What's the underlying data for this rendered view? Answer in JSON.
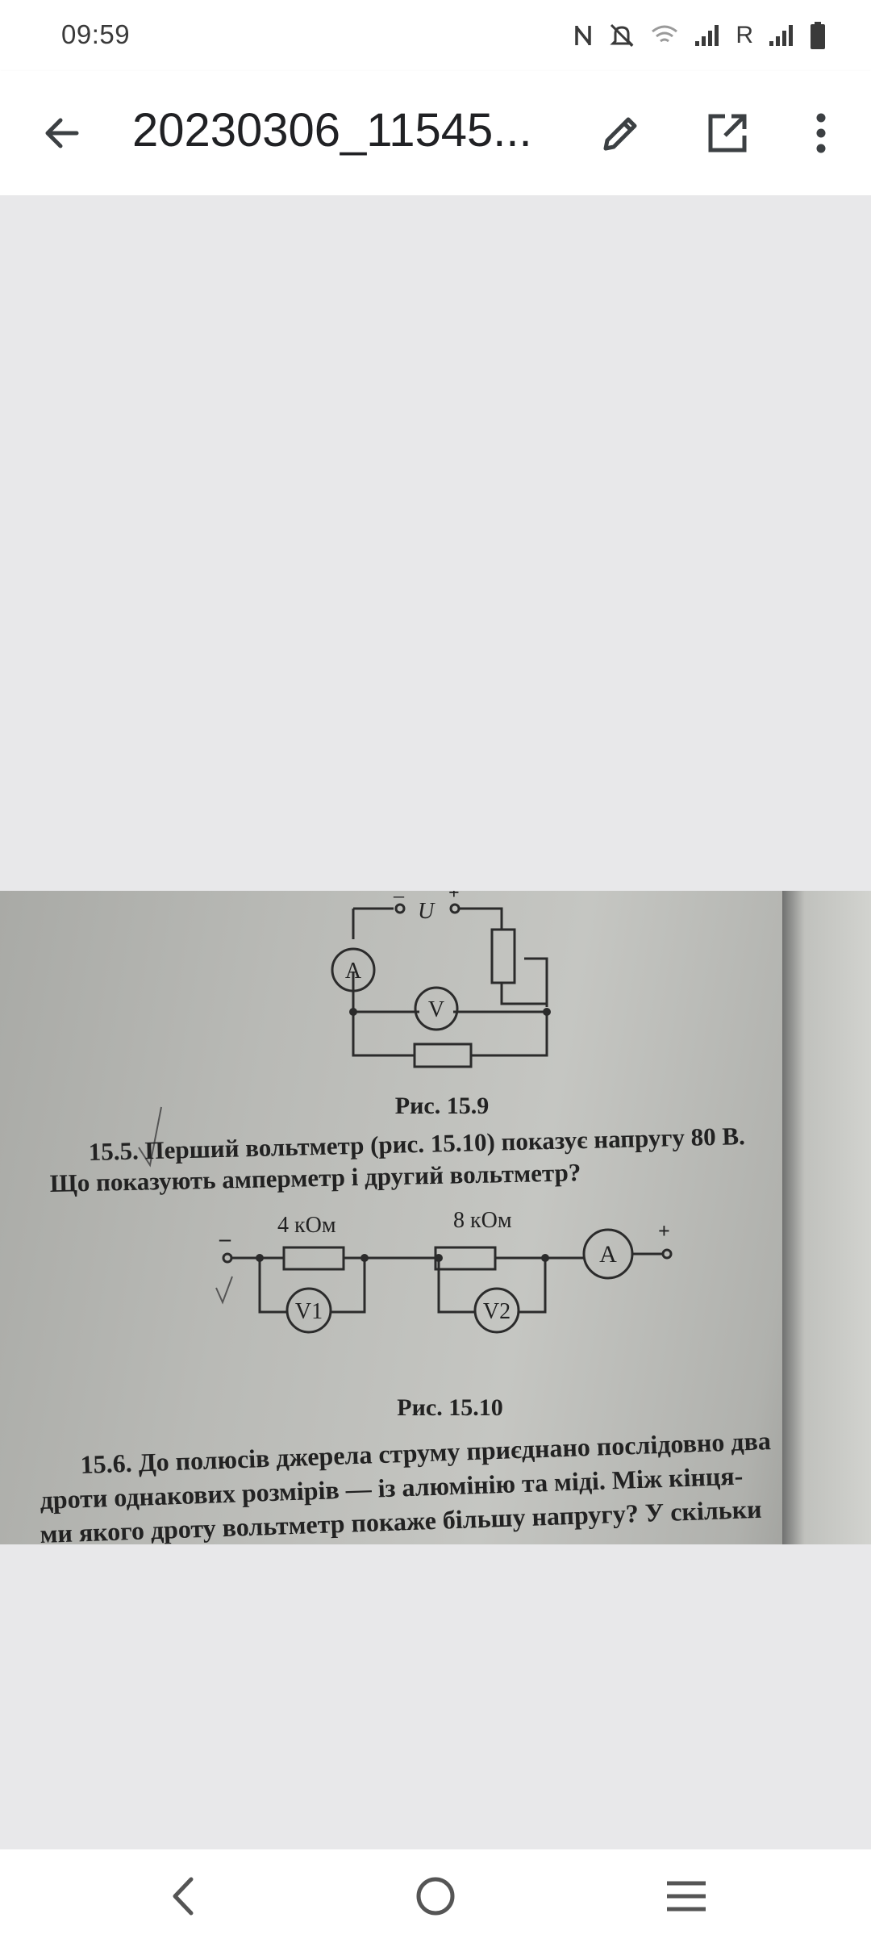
{
  "status_bar": {
    "time": "09:59",
    "icons": [
      "nfc-icon",
      "mute-icon",
      "wifi-icon",
      "signal-icon",
      "roaming-icon",
      "signal-icon",
      "battery-icon"
    ],
    "roaming_label": "R"
  },
  "app_bar": {
    "title": "20230306_11545...",
    "back_icon": "arrow-back-icon",
    "edit_icon": "pencil-icon",
    "open_icon": "open-external-icon",
    "more_icon": "more-vert-icon"
  },
  "photo": {
    "fig_9": {
      "label_u": "U",
      "minus": "–",
      "plus": "+",
      "ammeter": "A",
      "voltmeter": "V",
      "caption": "Рис. 15.9"
    },
    "problem_15_5": {
      "line1": "15.5. Перший вольтметр (рис. 15.10) показує напругу 80 В.",
      "line2": "Що показують амперметр і другий вольтметр?"
    },
    "fig_10": {
      "r1_label": "4 кОм",
      "r2_label": "8 кОм",
      "minus": "–",
      "plus": "+",
      "ammeter": "A",
      "v1": "V1",
      "v2": "V2",
      "caption": "Рис. 15.10"
    },
    "problem_15_6": {
      "line1": "15.6. До полюсів джерела струму приєднано послідовно два",
      "line2": "дроти однакових розмірів — із алюмінію та міді. Між кінця-",
      "line3": "ми якого дроту вольтметр покаже більшу напругу? У скільки"
    }
  },
  "nav_bar": {
    "back": "nav-back-icon",
    "home": "nav-home-icon",
    "recents": "nav-recents-icon"
  }
}
